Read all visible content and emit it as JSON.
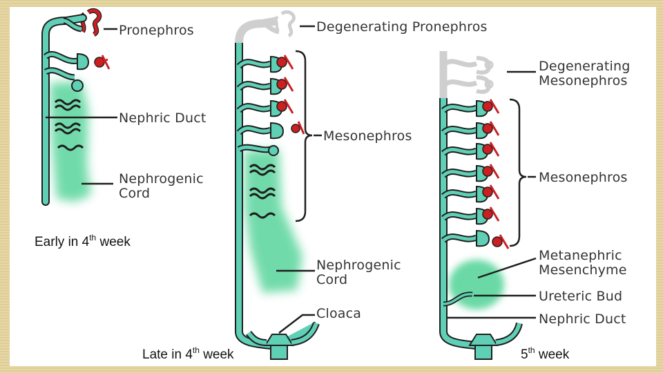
{
  "colors": {
    "duct": "#5fd0b6",
    "duct_outline": "#1e1e1e",
    "nephrogenic": "#6ad9a6",
    "glomerulus": "#cc1f22",
    "degenerating": "#d2d2d2",
    "background_border": "#e4d59e"
  },
  "panels": [
    {
      "labels": {
        "pronephros": "Pronephros",
        "nephric_duct": "Nephric Duct",
        "nephrogenic_line1": "Nephrogenic",
        "nephrogenic_line2": "Cord"
      },
      "caption": {
        "prefix": "Early in 4",
        "sup": "th",
        "suffix": " week"
      }
    },
    {
      "labels": {
        "degenerating_pronephros": "Degenerating Pronephros",
        "mesonephros": "Mesonephros",
        "nephrogenic_line1": "Nephrogenic",
        "nephrogenic_line2": "Cord",
        "cloaca": "Cloaca"
      },
      "caption": {
        "prefix": "Late in 4",
        "sup": "th",
        "suffix": " week"
      }
    },
    {
      "labels": {
        "degenerating_mesonephros_line1": "Degenerating",
        "degenerating_mesonephros_line2": "Mesonephros",
        "mesonephros": "Mesonephros",
        "metanephric_line1": "Metanephric",
        "metanephric_line2": "Mesenchyme",
        "ureteric_bud": "Ureteric Bud",
        "nephric_duct": "Nephric Duct"
      },
      "caption": {
        "prefix": "5",
        "sup": "th",
        "suffix": " week"
      }
    }
  ]
}
